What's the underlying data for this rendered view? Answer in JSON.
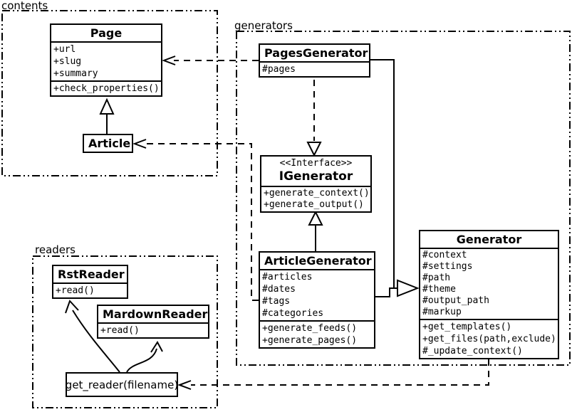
{
  "colors": {
    "line": "#000000",
    "background": "#ffffff",
    "box_fill": "#ffffff"
  },
  "packages": {
    "contents": {
      "label": "contents"
    },
    "generators": {
      "label": "generators"
    },
    "readers": {
      "label": "readers"
    }
  },
  "classes": {
    "page": {
      "name": "Page",
      "attributes": [
        "+url",
        "+slug",
        "+summary"
      ],
      "methods": [
        "+check_properties()"
      ]
    },
    "article": {
      "name": "Article",
      "attributes": [],
      "methods": []
    },
    "pages_generator": {
      "name": "PagesGenerator",
      "attributes": [
        "#pages"
      ],
      "methods": []
    },
    "igenerator": {
      "stereotype": "<<Interface>>",
      "name": "IGenerator",
      "attributes": [],
      "methods": [
        "+generate_context()",
        "+generate_output()"
      ]
    },
    "article_generator": {
      "name": "ArticleGenerator",
      "attributes": [
        "#articles",
        "#dates",
        "#tags",
        "#categories"
      ],
      "methods": [
        "+generate_feeds()",
        "+generate_pages()"
      ]
    },
    "generator": {
      "name": "Generator",
      "attributes": [
        "#context",
        "#settings",
        "#path",
        "#theme",
        "#output_path",
        "#markup"
      ],
      "methods": [
        "+get_templates()",
        "+get_files(path,exclude)",
        "#_update_context()"
      ]
    },
    "rst_reader": {
      "name": "RstReader",
      "attributes": [],
      "methods": [
        "+read()"
      ]
    },
    "mardown_reader": {
      "name": "MardownReader",
      "attributes": [],
      "methods": [
        "+read()"
      ]
    },
    "get_reader": {
      "label": "get_reader(filename)"
    }
  },
  "relationships": [
    {
      "from": "Article",
      "to": "Page",
      "type": "inheritance",
      "line": "solid"
    },
    {
      "from": "PagesGenerator",
      "to": "Page",
      "type": "dependency",
      "line": "dashed"
    },
    {
      "from": "ArticleGenerator",
      "to": "Article",
      "type": "dependency",
      "line": "dashed"
    },
    {
      "from": "PagesGenerator",
      "to": "IGenerator",
      "type": "realization",
      "line": "dashed"
    },
    {
      "from": "ArticleGenerator",
      "to": "IGenerator",
      "type": "inheritance",
      "line": "solid"
    },
    {
      "from": "PagesGenerator",
      "to": "Generator",
      "type": "inheritance",
      "line": "solid"
    },
    {
      "from": "ArticleGenerator",
      "to": "Generator",
      "type": "inheritance",
      "line": "solid"
    },
    {
      "from": "Generator",
      "to": "get_reader(filename)",
      "type": "dependency",
      "line": "dashed"
    },
    {
      "from": "get_reader(filename)",
      "to": "RstReader",
      "type": "call",
      "line": "solid-curved"
    },
    {
      "from": "get_reader(filename)",
      "to": "MardownReader",
      "type": "call",
      "line": "solid-curved"
    }
  ]
}
